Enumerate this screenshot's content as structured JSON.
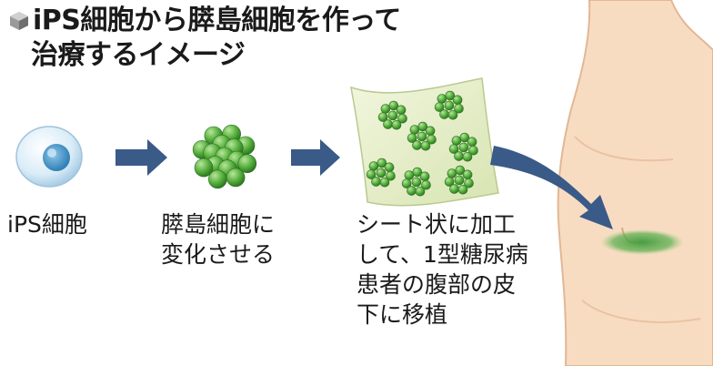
{
  "title": {
    "line1": "iPS細胞から膵島細胞を作って",
    "line2": "治療するイメージ"
  },
  "steps": [
    {
      "lines": [
        "iPS細胞"
      ]
    },
    {
      "lines": [
        "膵島細胞に",
        "変化させる"
      ]
    },
    {
      "lines": [
        "シート状に加工",
        "して、1型糖尿病",
        "患者の腹部の皮",
        "下に移植"
      ]
    }
  ],
  "colors": {
    "arrow": "#3a5a88",
    "cell_green": "#4fa33a",
    "sheet": "#e3ecc5",
    "skin": "#f8dcc2",
    "implant": "#3d9a3a"
  },
  "icons": {
    "title_marker": "cube-icon",
    "arrow": "right-arrow-icon"
  }
}
